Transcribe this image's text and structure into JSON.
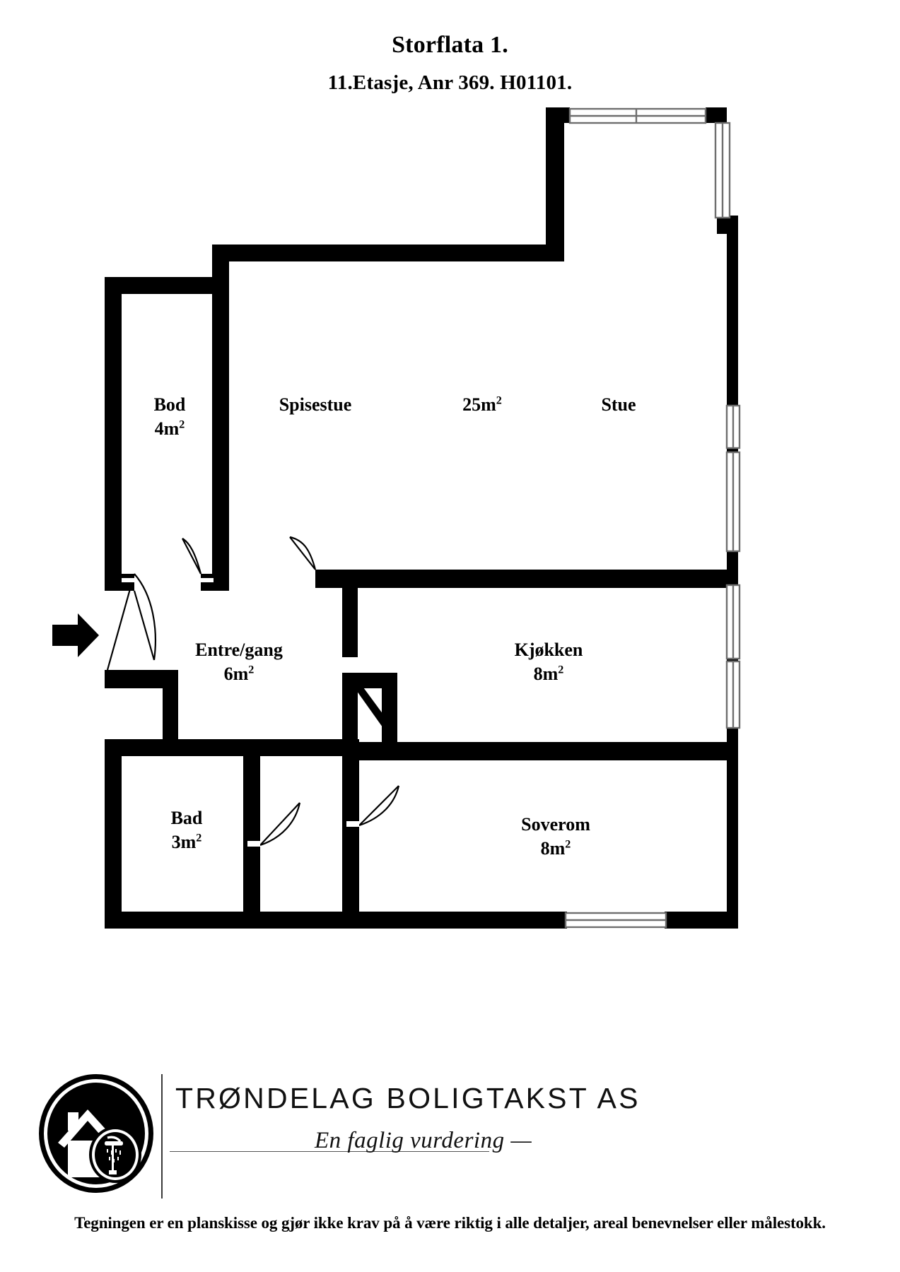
{
  "document": {
    "title": "Storflata 1.",
    "subtitle": "11.Etasje, Anr 369. H01101.",
    "disclaimer": "Tegningen er en planskisse og gjør ikke krav på å være riktig i alle detaljer, areal benevnelser eller målestokk."
  },
  "branding": {
    "company_name": "TRØNDELAG BOLIGTAKST AS",
    "tagline": "En faglig vurdering —",
    "logo_icon": "house-shower-badge-icon"
  },
  "floorplan": {
    "type": "apartment-floor-plan",
    "wall_color": "#000000",
    "window_color": "#6e6e6e",
    "background_color": "#ffffff",
    "entrance_marker": "entrance-arrow-icon",
    "rooms": [
      {
        "key": "bod",
        "name": "Bod",
        "area": "4m",
        "area_unit_exponent": "2"
      },
      {
        "key": "spisestue",
        "name": "Spisestue",
        "area": "",
        "area_unit_exponent": ""
      },
      {
        "key": "stue_area",
        "name": "",
        "area": "25m",
        "area_unit_exponent": "2"
      },
      {
        "key": "stue",
        "name": "Stue",
        "area": "",
        "area_unit_exponent": ""
      },
      {
        "key": "entre",
        "name": "Entre/gang",
        "area": "6m",
        "area_unit_exponent": "2"
      },
      {
        "key": "kjokken",
        "name": "Kjøkken",
        "area": "8m",
        "area_unit_exponent": "2"
      },
      {
        "key": "bad",
        "name": "Bad",
        "area": "3m",
        "area_unit_exponent": "2"
      },
      {
        "key": "soverom",
        "name": "Soverom",
        "area": "8m",
        "area_unit_exponent": "2"
      }
    ]
  }
}
